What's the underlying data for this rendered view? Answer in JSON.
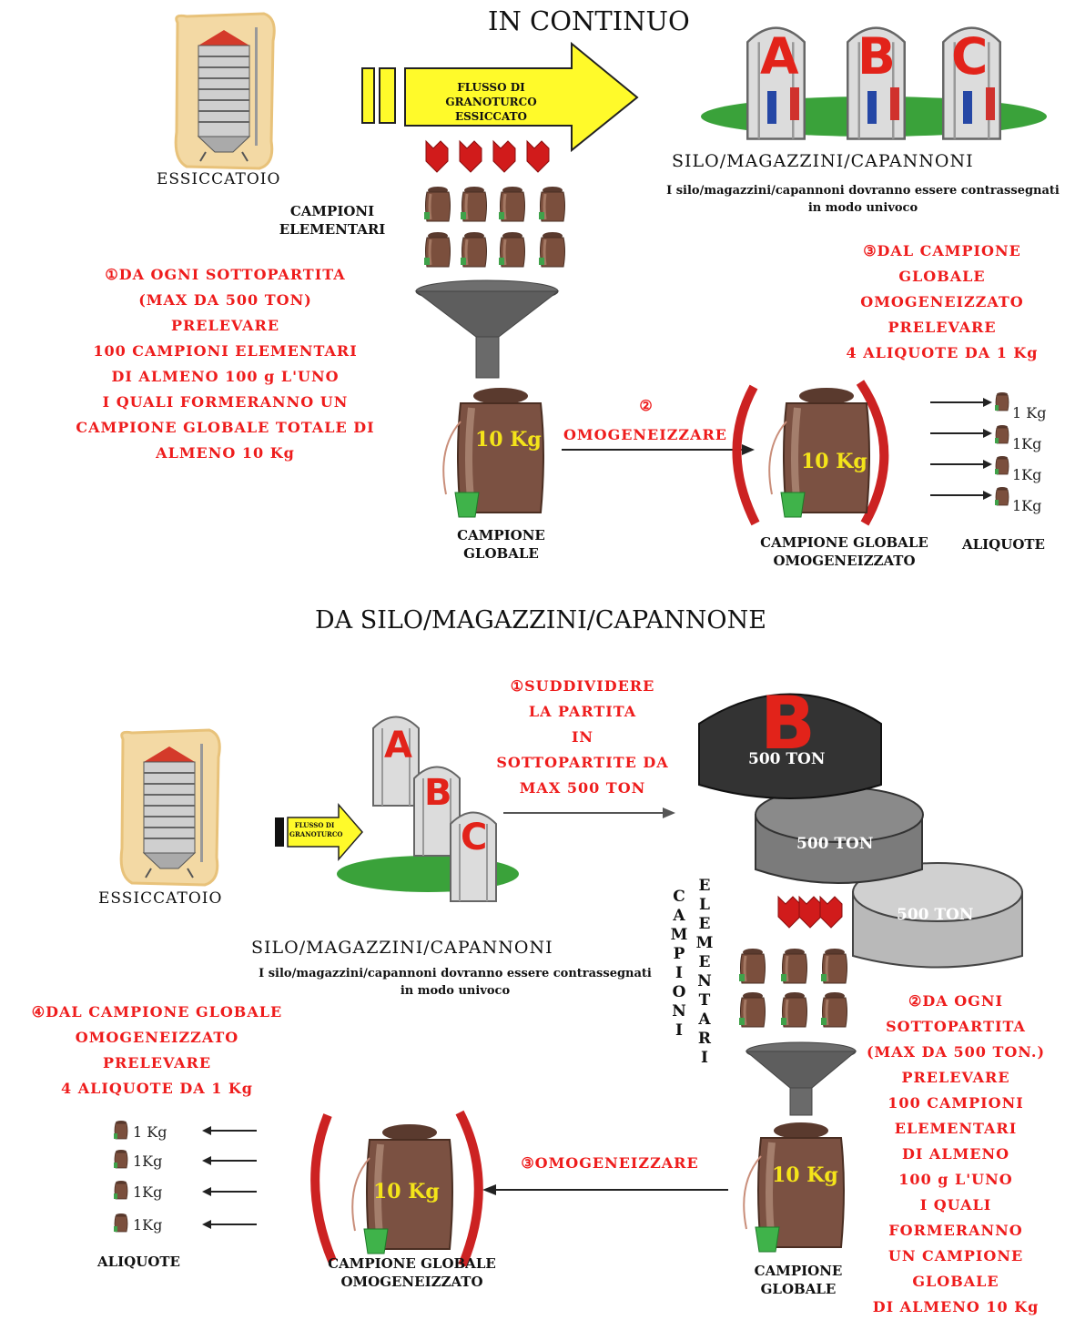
{
  "top": {
    "title": "IN CONTINUO",
    "dryer_label": "ESSICCATOIO",
    "flow_label": "FLUSSO DI GRANOTURCO ESSICCATO",
    "silo_letters": [
      "A",
      "B",
      "C"
    ],
    "silo_label": "SILO/MAGAZZINI/CAPANNONI",
    "silo_note": "I silo/magazzini/capannoni dovranno essere contrassegnati in modo univoco",
    "elementary_label": "CAMPIONI ELEMENTARI",
    "step1": [
      "①DA OGNI SOTTOPARTITA",
      "(MAX DA 500 TON)",
      "PRELEVARE",
      "100 CAMPIONI  ELEMENTARI",
      "DI ALMENO 100 g L'UNO",
      "I QUALI FORMERANNO UN",
      "CAMPIONE GLOBALE TOTALE DI",
      "ALMENO 10 Kg"
    ],
    "step2_number": "②",
    "step2_label": "OMOGENEIZZARE",
    "step3": [
      "③DAL CAMPIONE",
      "GLOBALE",
      "OMOGENEIZZATO",
      "PRELEVARE",
      "4 ALIQUOTE DA 1 Kg"
    ],
    "global_weight": "10 Kg",
    "global_label": "CAMPIONE GLOBALE",
    "homog_weight": "10 Kg",
    "homog_label": "CAMPIONE GLOBALE OMOGENEIZZATO",
    "aliquots": [
      "1 Kg",
      "1Kg",
      "1Kg",
      "1Kg"
    ],
    "aliquots_label": "ALIQUOTE"
  },
  "bottom": {
    "title": "DA SILO/MAGAZZINI/CAPANNONE",
    "dryer_label": "ESSICCATOIO",
    "flow_label": "FLUSSO DI GRANOTURCO",
    "silo_letters": [
      "A",
      "B",
      "C"
    ],
    "silo_label": "SILO/MAGAZZINI/CAPANNONI",
    "silo_note": "I silo/magazzini/capannoni dovranno essere contrassegnati in modo univoco",
    "step1": [
      "①SUDDIVIDERE",
      "LA PARTITA",
      "IN",
      "SOTTOPARTITE DA",
      "MAX 500 TON"
    ],
    "big_letter": "B",
    "subbatches": [
      "500 TON",
      "500 TON",
      "500 TON"
    ],
    "elementary_label": "CAMPIONI ELEMENTARI",
    "step2": [
      "②DA OGNI",
      "SOTTOPARTITA",
      "(MAX DA 500 TON.)",
      "PRELEVARE",
      "100 CAMPIONI",
      "ELEMENTARI",
      "DI ALMENO",
      "100 g L'UNO",
      "I QUALI",
      "FORMERANNO",
      "UN CAMPIONE",
      "GLOBALE",
      "DI ALMENO 10 Kg"
    ],
    "step3_label": "③OMOGENEIZZARE",
    "step4": [
      "④DAL CAMPIONE GLOBALE",
      "OMOGENEIZZATO",
      "PRELEVARE",
      "4 ALIQUOTE DA 1 Kg"
    ],
    "global_weight": "10 Kg",
    "global_label": "CAMPIONE GLOBALE",
    "homog_weight": "10 Kg",
    "homog_label": "CAMPIONE GLOBALE OMOGENEIZZATO",
    "aliquots": [
      "1 Kg",
      "1Kg",
      "1Kg",
      "1Kg"
    ],
    "aliquots_label": "ALIQUOTE"
  }
}
